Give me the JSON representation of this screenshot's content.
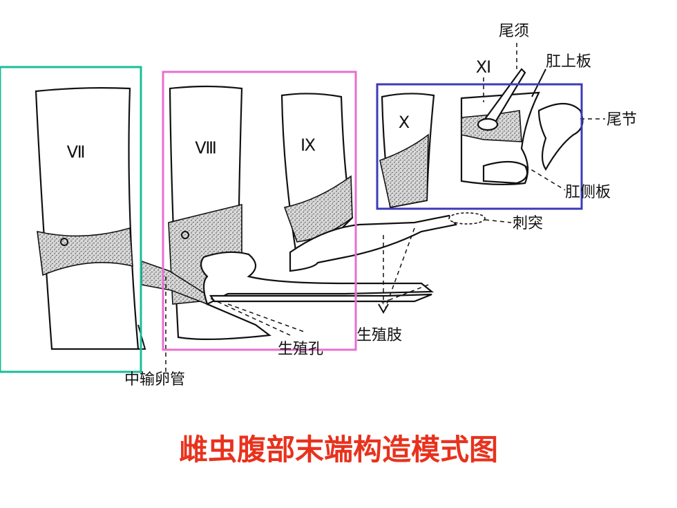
{
  "title": "雌虫腹部末端构造模式图",
  "segments": {
    "s7": "Ⅶ",
    "s8": "Ⅷ",
    "s9": "Ⅸ",
    "s10": "Ⅹ",
    "s11": "Ⅺ"
  },
  "labels": {
    "cercus": "尾须",
    "epiproct": "肛上板",
    "tail_segment": "尾节",
    "paraproct": "肛侧板",
    "spine": "刺突",
    "gonapophyses": "生殖肢",
    "gonopore": "生殖孔",
    "oviduct": "中输卵管"
  },
  "colors": {
    "box_left": "#1abc9c",
    "box_middle": "#e86fd0",
    "box_right": "#3b3bb8",
    "title": "#e8321e",
    "line": "#111111"
  }
}
